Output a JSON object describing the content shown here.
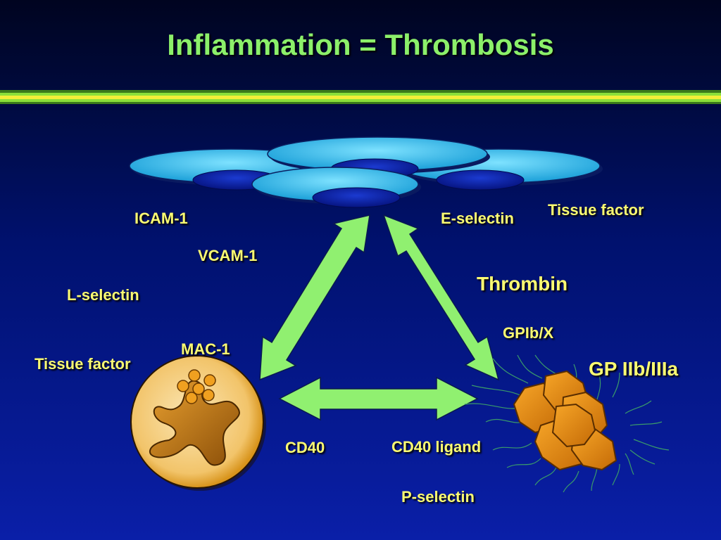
{
  "title": "Inflammation = Thrombosis",
  "labels": {
    "icam1": "ICAM-1",
    "vcam1": "VCAM-1",
    "lselectin": "L-selectin",
    "tissue_factor_left": "Tissue factor",
    "mac1": "MAC-1",
    "eselectin": "E-selectin",
    "tissue_factor_right": "Tissue factor",
    "thrombin": "Thrombin",
    "gpibx": "GPIb/X",
    "gpiibiiia": "GP IIb/IIIa",
    "cd40": "CD40",
    "cd40_ligand": "CD40 ligand",
    "pselectin": "P-selectin"
  },
  "colors": {
    "title": "#8cf06a",
    "label": "#fbfb72",
    "arrow": "#90f070",
    "endothelial_cell": "#3ec4f0",
    "nucleus": "#0a22a0",
    "leukocyte": "#f6d290",
    "leukocyte_nucleus": "#c07810",
    "platelet": "#e88a10"
  }
}
